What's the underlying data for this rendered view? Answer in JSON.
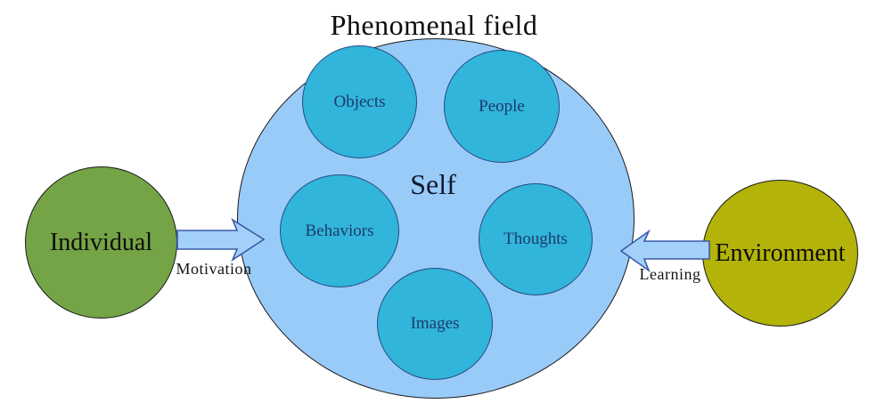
{
  "title": "Phenomenal field",
  "field": {
    "label": "Self",
    "inner_circles": [
      {
        "label": "Objects"
      },
      {
        "label": "People"
      },
      {
        "label": "Behaviors"
      },
      {
        "label": "Thoughts"
      },
      {
        "label": "Images"
      }
    ]
  },
  "left_node": {
    "label": "Individual"
  },
  "right_node": {
    "label": "Environment"
  },
  "arrows": [
    {
      "label": "Motivation",
      "direction": "right",
      "from": "Individual",
      "to": "Phenomenal field"
    },
    {
      "label": "Learning",
      "direction": "left",
      "from": "Environment",
      "to": "Phenomenal field"
    }
  ],
  "colors": {
    "field-fill": "#99cbf9",
    "field-stroke": "#1a1a1a",
    "inner-fill": "#31b5da",
    "inner-stroke": "#264a85",
    "inner-text": "#1e3a6e",
    "individual-fill": "#74a445",
    "environment-fill": "#b3b309",
    "arrow-fill": "#a3d0f8",
    "arrow-stroke": "#3a5aa8",
    "text": "#0d0d0d"
  }
}
